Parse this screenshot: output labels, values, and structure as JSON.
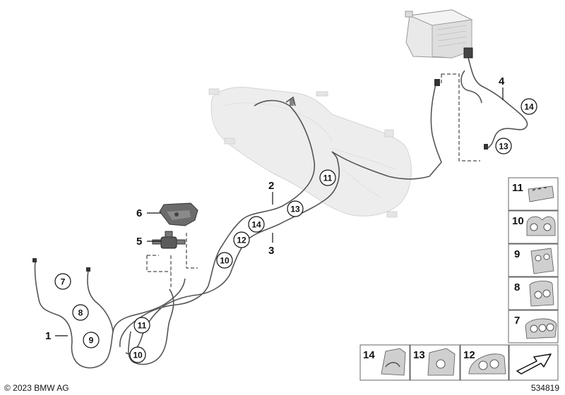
{
  "labels": {
    "l1": "1",
    "l2": "2",
    "l3": "3",
    "l4": "4",
    "l5": "5",
    "l6": "6"
  },
  "callouts": {
    "c7": "7",
    "c8": "8",
    "c9": "9",
    "c10a": "10",
    "c10b": "10",
    "c11a": "11",
    "c11b": "11",
    "c12": "12",
    "c13a": "13",
    "c13b": "13",
    "c14a": "14",
    "c14b": "14"
  },
  "legend": {
    "n11": "11",
    "n10": "10",
    "n9": "9",
    "n8": "8",
    "n7": "7",
    "n14": "14",
    "n13": "13",
    "n12": "12"
  },
  "footer": {
    "copyright": "© 2023 BMW AG",
    "diagram_id": "534819"
  }
}
